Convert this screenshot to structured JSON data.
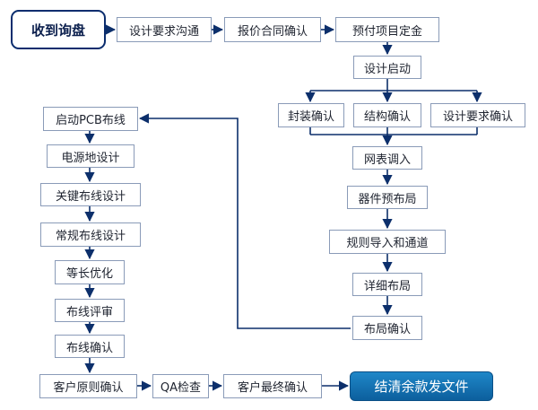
{
  "colors": {
    "arrow": "#0c2f6b",
    "node_border": "#8a9bb8",
    "start_border": "#0b2d6e",
    "end_fill": "#1576ba"
  },
  "nodes": {
    "start": "收到询盘",
    "design_req_comm": "设计要求沟通",
    "quote_contract": "报价合同确认",
    "prepay_deposit": "预付项目定金",
    "design_start": "设计启动",
    "package_confirm": "封装确认",
    "structure_confirm": "结构确认",
    "design_req_confirm": "设计要求确认",
    "netlist_import": "网表调入",
    "component_preplace": "器件预布局",
    "rule_import": "规则导入和通道",
    "detail_layout": "详细布局",
    "layout_confirm": "布局确认",
    "pcb_routing_start": "启动PCB布线",
    "power_ground": "电源地设计",
    "key_routing": "关键布线设计",
    "normal_routing": "常规布线设计",
    "length_opt": "等长优化",
    "routing_review": "布线评审",
    "routing_confirm": "布线确认",
    "customer_rule_confirm": "客户原则确认",
    "qa_check": "QA检查",
    "customer_final": "客户最终确认",
    "end": "结清余款发文件"
  }
}
